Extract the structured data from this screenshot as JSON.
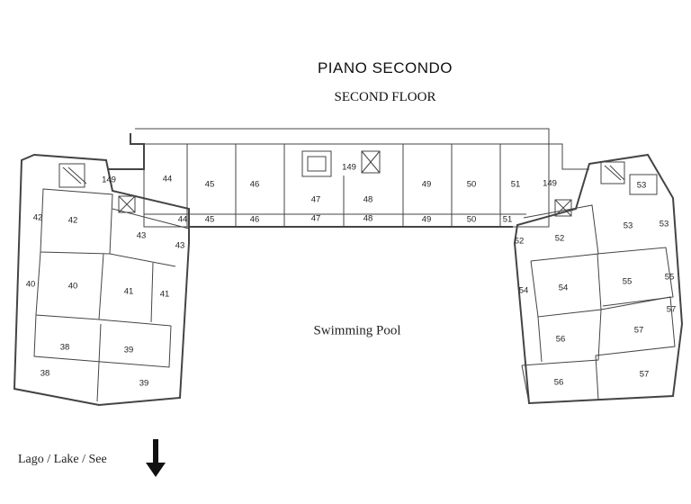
{
  "title": "PIANO SECONDO",
  "subtitle": "SECOND FLOOR",
  "pool_label": "Swimming Pool",
  "direction_label": "Lago / Lake / See",
  "direction_icon": "arrow-down-icon",
  "rooms": [
    {
      "id": "r149a",
      "label": "149"
    },
    {
      "id": "r149b",
      "label": "149"
    },
    {
      "id": "r149c",
      "label": "149"
    },
    {
      "id": "r44a",
      "label": "44"
    },
    {
      "id": "r44b",
      "label": "44"
    },
    {
      "id": "r45a",
      "label": "45"
    },
    {
      "id": "r45b",
      "label": "45"
    },
    {
      "id": "r46a",
      "label": "46"
    },
    {
      "id": "r46b",
      "label": "46"
    },
    {
      "id": "r47a",
      "label": "47"
    },
    {
      "id": "r47b",
      "label": "47"
    },
    {
      "id": "r48a",
      "label": "48"
    },
    {
      "id": "r48b",
      "label": "48"
    },
    {
      "id": "r49a",
      "label": "49"
    },
    {
      "id": "r49b",
      "label": "49"
    },
    {
      "id": "r50a",
      "label": "50"
    },
    {
      "id": "r50b",
      "label": "50"
    },
    {
      "id": "r51a",
      "label": "51"
    },
    {
      "id": "r51b",
      "label": "51"
    },
    {
      "id": "r42a",
      "label": "42"
    },
    {
      "id": "r42b",
      "label": "42"
    },
    {
      "id": "r43a",
      "label": "43"
    },
    {
      "id": "r43b",
      "label": "43"
    },
    {
      "id": "r40a",
      "label": "40"
    },
    {
      "id": "r40b",
      "label": "40"
    },
    {
      "id": "r41a",
      "label": "41"
    },
    {
      "id": "r41b",
      "label": "41"
    },
    {
      "id": "r38a",
      "label": "38"
    },
    {
      "id": "r38b",
      "label": "38"
    },
    {
      "id": "r39a",
      "label": "39"
    },
    {
      "id": "r39b",
      "label": "39"
    },
    {
      "id": "r53a",
      "label": "53"
    },
    {
      "id": "r53b",
      "label": "53"
    },
    {
      "id": "r53c",
      "label": "53"
    },
    {
      "id": "r52a",
      "label": "52"
    },
    {
      "id": "r52b",
      "label": "52"
    },
    {
      "id": "r54a",
      "label": "54"
    },
    {
      "id": "r54b",
      "label": "54"
    },
    {
      "id": "r55a",
      "label": "55"
    },
    {
      "id": "r55b",
      "label": "55"
    },
    {
      "id": "r57a",
      "label": "57"
    },
    {
      "id": "r57b",
      "label": "57"
    },
    {
      "id": "r57c",
      "label": "57"
    },
    {
      "id": "r56a",
      "label": "56"
    },
    {
      "id": "r56b",
      "label": "56"
    }
  ]
}
